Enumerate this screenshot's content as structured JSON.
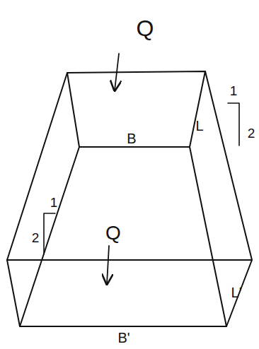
{
  "diagram": {
    "labels": [
      "Q",
      "L",
      "1",
      "B",
      "2",
      "2",
      "1",
      "Q",
      "L'",
      "B'"
    ]
  }
}
